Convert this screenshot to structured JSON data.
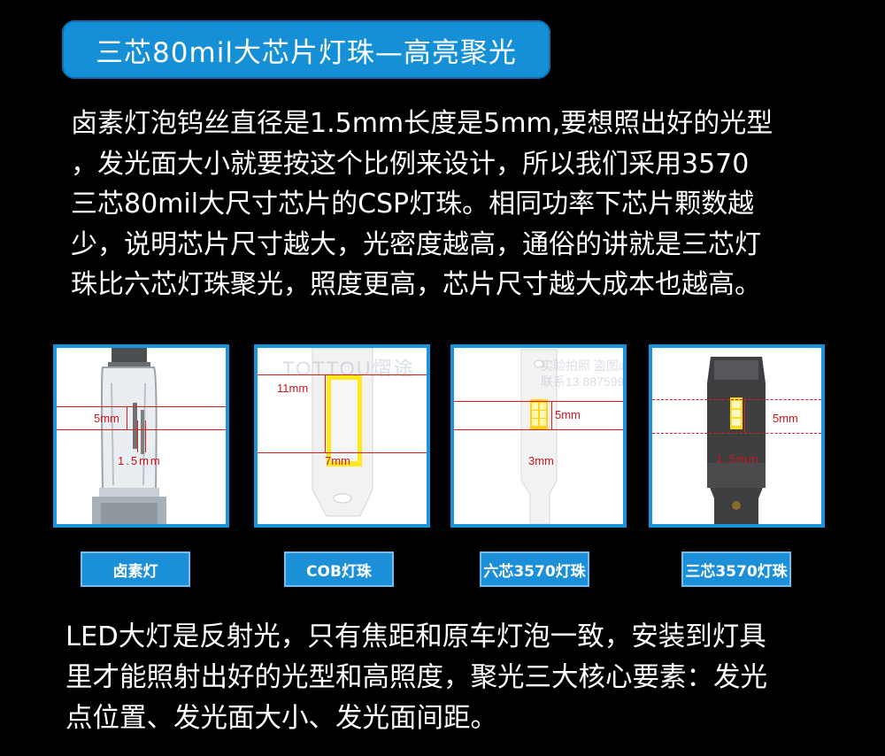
{
  "title": "三芯80mil大芯片灯珠—高亮聚光",
  "paragraph_top": [
    "卤素灯泡钨丝直径是1.5mm长度是5mm,要想照出好的光型",
    "，发光面大小就要按这个比例来设计，所以我们采用3570",
    "三芯80mil大尺寸芯片的CSP灯珠。相同功率下芯片颗数越",
    "少，说明芯片尺寸越大，光密度越高，通俗的讲就是三芯灯",
    "珠比六芯灯珠聚光，照度更高，芯片尺寸越大成本也越高。"
  ],
  "panels": [
    {
      "label": "卤素灯",
      "dims": {
        "length": "5mm",
        "diameter": "1.5mm"
      }
    },
    {
      "label": "COB灯珠",
      "dims": {
        "length": "11mm",
        "width": "7mm"
      }
    },
    {
      "label": "六芯3570灯珠",
      "dims": {
        "length": "5mm",
        "width": "3mm"
      }
    },
    {
      "label": "三芯3570灯珠",
      "dims": {
        "length": "5mm",
        "diameter": "1.5mm"
      }
    }
  ],
  "paragraph_bottom": [
    "LED大灯是反射光，只有焦距和原车灯泡一致，安装到灯具",
    "里才能照射出好的光型和高照度，聚光三大核心要素：发光",
    "点位置、发光面大小、发光面间距。"
  ],
  "colors": {
    "accent": "#1590d6",
    "dimension": "#d1141b",
    "background": "#000000"
  }
}
